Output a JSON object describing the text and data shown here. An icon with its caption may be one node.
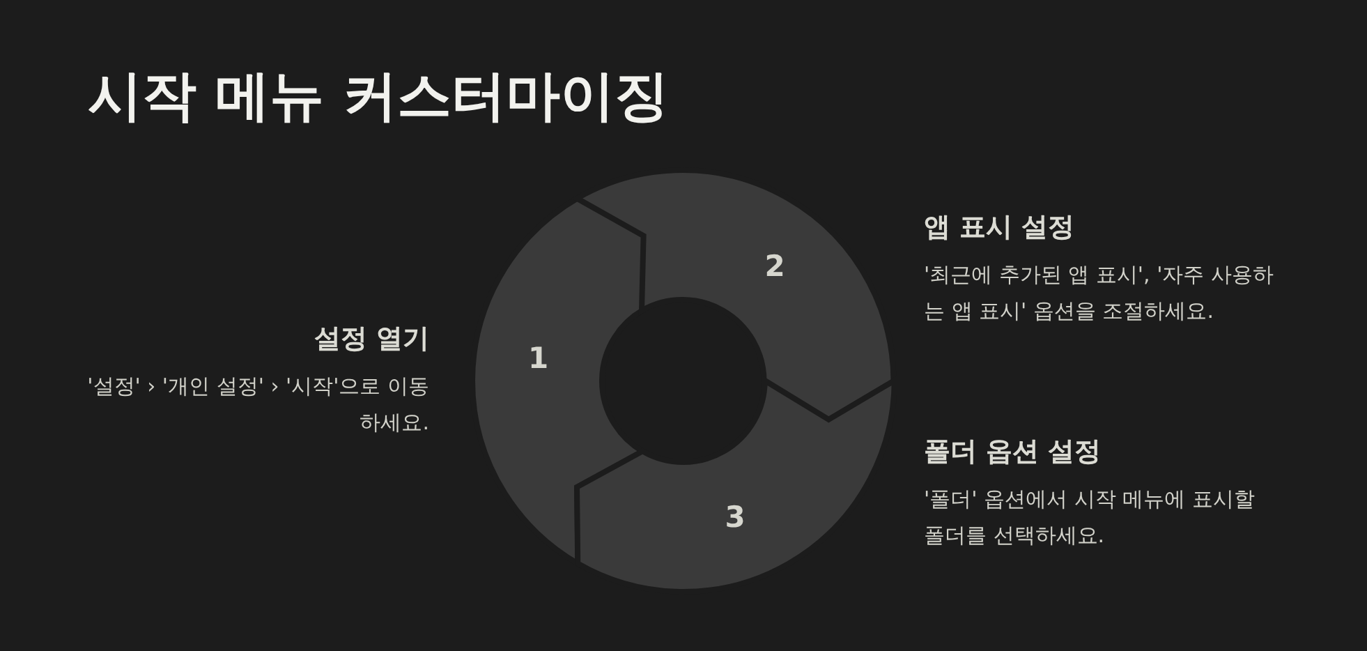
{
  "diagram": {
    "title": "시작 메뉴 커스터마이징",
    "nodes": [
      {
        "text": [
          "1"
        ],
        "beside": [
          "설정 열기",
          "'설정' › '개인 설정' › '시작'으로 이동하세요."
        ]
      },
      {
        "text": [
          "2"
        ],
        "beside": [
          "앱 표시 설정",
          "'최근에 추가된 앱 표시', '자주 사용하는 앱 표시' 옵션을 조절하세요."
        ]
      },
      {
        "text": [
          "3"
        ],
        "beside": [
          "폴더 옵션 설정",
          "'폴더' 옵션에서 시작 메뉴에 표시할 폴더를 선택하세요."
        ]
      }
    ]
  }
}
